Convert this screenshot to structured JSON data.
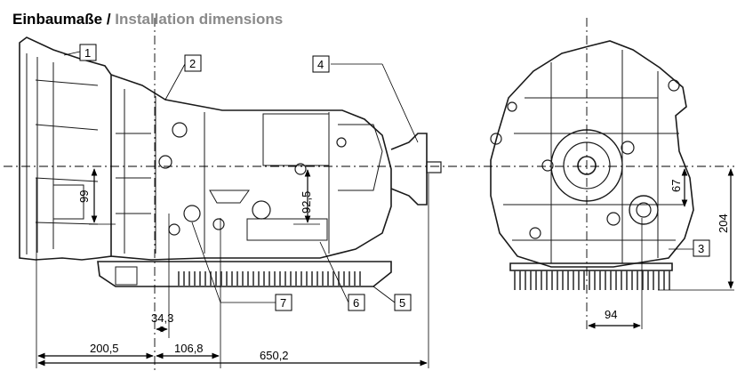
{
  "title": {
    "de": "Einbaumaße",
    "separator": " / ",
    "en": "Installation dimensions"
  },
  "callouts": [
    "1",
    "2",
    "3",
    "4",
    "5",
    "6",
    "7"
  ],
  "dimensions": {
    "overall_length": "650,2",
    "front_to_axis": "200,5",
    "axis_to_mount": "106,8",
    "small_offset": "34,3",
    "vertical_side": "92,5",
    "vertical_small": "99",
    "right_offset": "67",
    "height": "204",
    "lateral": "94"
  }
}
